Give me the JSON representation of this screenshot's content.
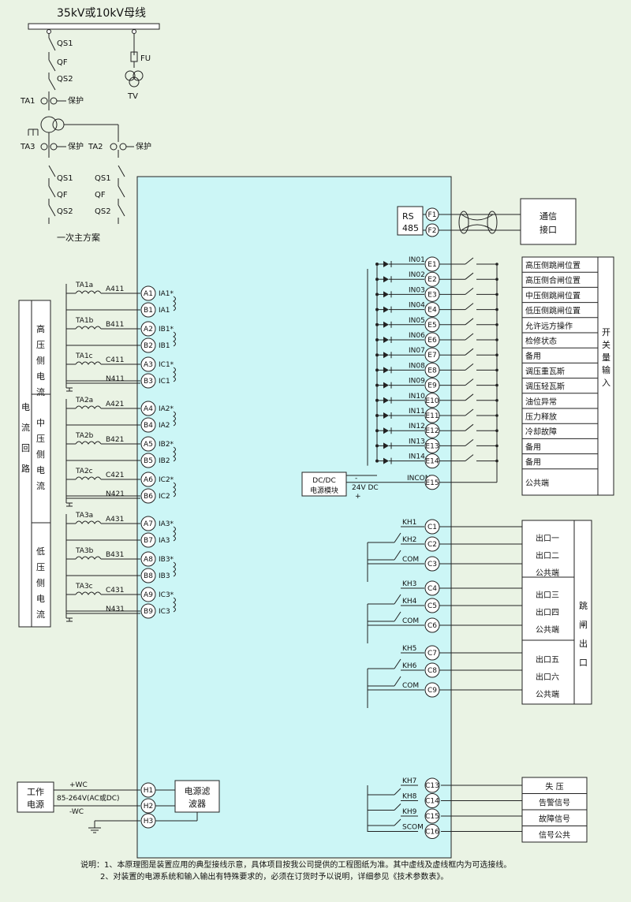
{
  "bus_title": "35kV或10kV母线",
  "primary": {
    "qs1": "QS1",
    "qf": "QF",
    "qs2": "QS2",
    "fu": "FU",
    "tv": "TV",
    "ta1": "TA1",
    "ta2": "TA2",
    "ta3": "TA3",
    "protect": "保护",
    "caption": "一次主方案"
  },
  "comm": {
    "rs": "RS",
    "rs485": "485",
    "terminals": [
      "F1",
      "F2"
    ],
    "label_line1": "通信",
    "label_line2": "接口"
  },
  "current_loop": {
    "outer_label": [
      "电",
      "流",
      "回",
      "路"
    ],
    "groups": [
      {
        "label": [
          "高",
          "压",
          "侧",
          "电",
          "流"
        ],
        "rows": [
          {
            "ta": "TA1a",
            "wire": "A411",
            "term": "A1",
            "coil": "IA1*",
            "term2": "B1",
            "coil2": "IA1"
          },
          {
            "ta": "TA1b",
            "wire": "B411",
            "term": "A2",
            "coil": "IB1*",
            "term2": "B2",
            "coil2": "IB1"
          },
          {
            "ta": "TA1c",
            "wire": "C411",
            "term": "A3",
            "coil": "IC1*",
            "term2": "B3",
            "coil2": "IC1"
          }
        ],
        "neutral": "N411"
      },
      {
        "label": [
          "中",
          "压",
          "侧",
          "电",
          "流"
        ],
        "rows": [
          {
            "ta": "TA2a",
            "wire": "A421",
            "term": "A4",
            "coil": "IA2*",
            "term2": "B4",
            "coil2": "IA2"
          },
          {
            "ta": "TA2b",
            "wire": "B421",
            "term": "A5",
            "coil": "IB2*",
            "term2": "B5",
            "coil2": "IB2"
          },
          {
            "ta": "TA2c",
            "wire": "C421",
            "term": "A6",
            "coil": "IC2*",
            "term2": "B6",
            "coil2": "IC2"
          }
        ],
        "neutral": "N421"
      },
      {
        "label": [
          "低",
          "压",
          "侧",
          "电",
          "流"
        ],
        "rows": [
          {
            "ta": "TA3a",
            "wire": "A431",
            "term": "A7",
            "coil": "IA3*",
            "term2": "B7",
            "coil2": "IA3"
          },
          {
            "ta": "TA3b",
            "wire": "B431",
            "term": "A8",
            "coil": "IB3*",
            "term2": "B8",
            "coil2": "IB3"
          },
          {
            "ta": "TA3c",
            "wire": "C431",
            "term": "A9",
            "coil": "IC3*",
            "term2": "B9",
            "coil2": "IC3"
          }
        ],
        "neutral": "N431"
      }
    ]
  },
  "binary_inputs": {
    "side_label": [
      "开",
      "关",
      "量",
      "输",
      "入"
    ],
    "items": [
      {
        "in": "IN01",
        "term": "E1",
        "label": "高压侧跳闸位置"
      },
      {
        "in": "IN02",
        "term": "E2",
        "label": "高压侧合闸位置"
      },
      {
        "in": "IN03",
        "term": "E3",
        "label": "中压侧跳闸位置"
      },
      {
        "in": "IN04",
        "term": "E4",
        "label": "低压侧跳闸位置"
      },
      {
        "in": "IN05",
        "term": "E5",
        "label": "允许远方操作"
      },
      {
        "in": "IN06",
        "term": "E6",
        "label": "检修状态"
      },
      {
        "in": "IN07",
        "term": "E7",
        "label": "备用"
      },
      {
        "in": "IN08",
        "term": "E8",
        "label": "调压重瓦斯"
      },
      {
        "in": "IN09",
        "term": "E9",
        "label": "调压轻瓦斯"
      },
      {
        "in": "IN10",
        "term": "E10",
        "label": "油位异常"
      },
      {
        "in": "IN11",
        "term": "E11",
        "label": "压力释放"
      },
      {
        "in": "IN12",
        "term": "E12",
        "label": "冷却故障"
      },
      {
        "in": "IN13",
        "term": "E13",
        "label": "备用"
      },
      {
        "in": "IN14",
        "term": "E14",
        "label": "备用"
      }
    ],
    "incom": "INCOM",
    "incom_term": "E15",
    "common_label": "公共端",
    "dcdc_line1": "DC/DC",
    "dcdc_line2": "电源模块",
    "dc24": "24V DC",
    "minus": "-",
    "plus": "+"
  },
  "trip_outputs": {
    "side_label": [
      "跳",
      "闸",
      "出",
      "口"
    ],
    "groups": [
      {
        "relays": [
          {
            "kh": "KH1",
            "term": "C1"
          },
          {
            "kh": "KH2",
            "term": "C2"
          }
        ],
        "com": "COM",
        "com_term": "C3",
        "labels": [
          "出口一",
          "出口二",
          "公共端"
        ]
      },
      {
        "relays": [
          {
            "kh": "KH3",
            "term": "C4"
          },
          {
            "kh": "KH4",
            "term": "C5"
          }
        ],
        "com": "COM",
        "com_term": "C6",
        "labels": [
          "出口三",
          "出口四",
          "公共端"
        ]
      },
      {
        "relays": [
          {
            "kh": "KH5",
            "term": "C7"
          },
          {
            "kh": "KH6",
            "term": "C8"
          }
        ],
        "com": "COM",
        "com_term": "C9",
        "labels": [
          "出口五",
          "出口六",
          "公共端"
        ]
      }
    ]
  },
  "power": {
    "label_line1": "工作",
    "label_line2": "电源",
    "plus_wc": "+WC",
    "minus_wc": "-WC",
    "range": "85-264V(AC或DC)",
    "terminals": [
      "H1",
      "H2",
      "H3"
    ],
    "filter_line1": "电源滤",
    "filter_line2": "波器"
  },
  "signals": {
    "relays": [
      {
        "kh": "KH7",
        "term": "C13"
      },
      {
        "kh": "KH8",
        "term": "C14"
      },
      {
        "kh": "KH9",
        "term": "C15"
      }
    ],
    "scom": "SCOM",
    "scom_term": "C16",
    "labels": [
      "失  压",
      "告警信号",
      "故障信号",
      "信号公共"
    ]
  },
  "notes": [
    "说明：1、本原理图是装置应用的典型接线示意，具体项目按我公司提供的工程图纸为准。其中虚线及虚线框内为可选接线。",
    "2、对装置的电源系统和输入输出有特殊要求的，必须在订货时予以说明，详细参见《技术参数表》。"
  ],
  "colors": {
    "background": "#eaf3e4",
    "device": "#ccf6f6"
  }
}
